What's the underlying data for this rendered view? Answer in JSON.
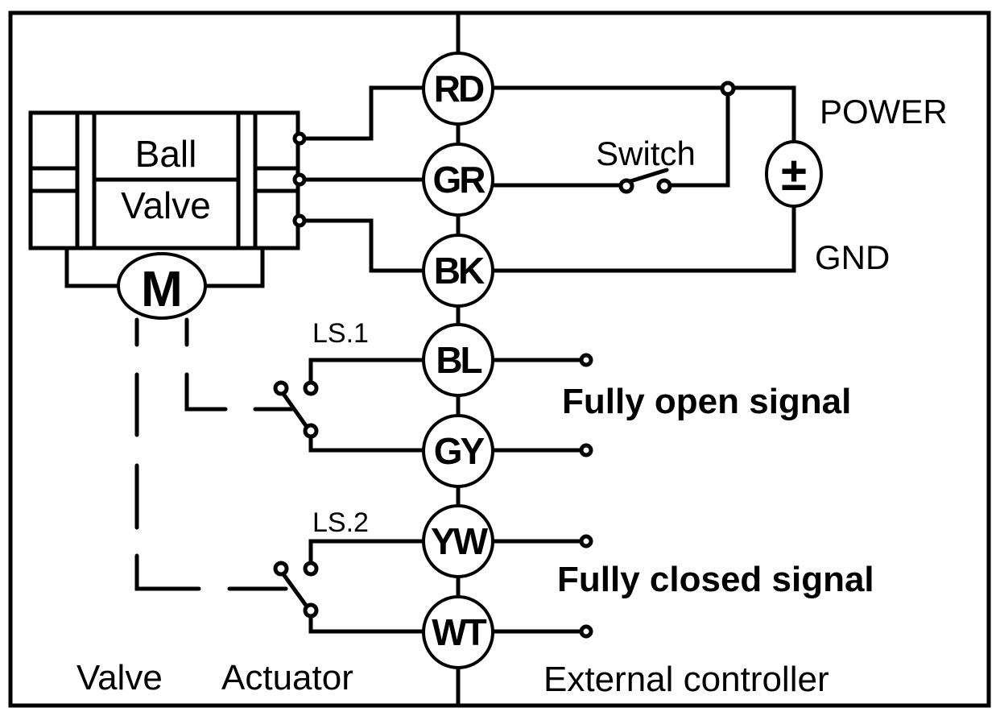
{
  "diagram": {
    "valve": {
      "line1": "Ball",
      "line2": "Valve",
      "motor": "M"
    },
    "wires": [
      {
        "code": "RD"
      },
      {
        "code": "GR"
      },
      {
        "code": "BK"
      },
      {
        "code": "BL"
      },
      {
        "code": "GY"
      },
      {
        "code": "YW"
      },
      {
        "code": "WT"
      }
    ],
    "labels": {
      "power": "POWER",
      "gnd": "GND",
      "switch": "Switch",
      "power_symbol": "±",
      "ls1": "LS.1",
      "ls2": "LS.2",
      "open_signal": "Fully open signal",
      "closed_signal": "Fully closed signal",
      "valve_section": "Valve",
      "actuator_section": "Actuator",
      "external_section": "External controller"
    }
  }
}
